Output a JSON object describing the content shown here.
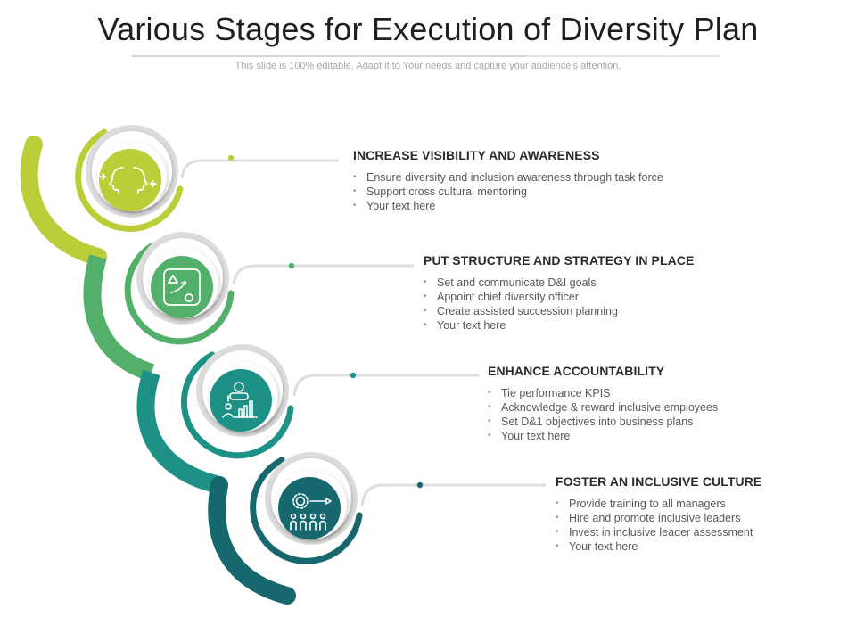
{
  "slide": {
    "title": "Various Stages for Execution of Diversity Plan",
    "subtitle": "This slide is 100% editable. Adapt it to Your needs and capture your audience’s attention."
  },
  "colors": {
    "stage1": "#bccd3a",
    "stage2": "#52b06b",
    "stage3": "#1e9187",
    "stage4": "#17676f"
  },
  "stages": [
    {
      "heading": "INCREASE VISIBILITY AND AWARENESS",
      "icon": "two-heads-exchange-icon",
      "points": [
        "Ensure diversity and inclusion awareness through task force",
        "Support cross cultural mentoring",
        "Your text here"
      ]
    },
    {
      "heading": "PUT STRUCTURE AND STRATEGY IN PLACE",
      "icon": "strategy-board-icon",
      "points": [
        "Set and communicate D&I goals",
        "Appoint chief diversity officer",
        "Create assisted succession planning",
        "Your text here"
      ]
    },
    {
      "heading": "ENHANCE ACCOUNTABILITY",
      "icon": "presenter-chart-icon",
      "points": [
        "Tie performance KPIS",
        "Acknowledge & reward inclusive employees",
        "Set D&1 objectives into business plans",
        "Your text here"
      ]
    },
    {
      "heading": "FOSTER AN INCLUSIVE CULTURE",
      "icon": "team-gear-icon",
      "points": [
        "Provide training to all managers",
        "Hire and promote inclusive leaders",
        "Invest in inclusive leader assessment",
        "Your text here"
      ]
    }
  ]
}
